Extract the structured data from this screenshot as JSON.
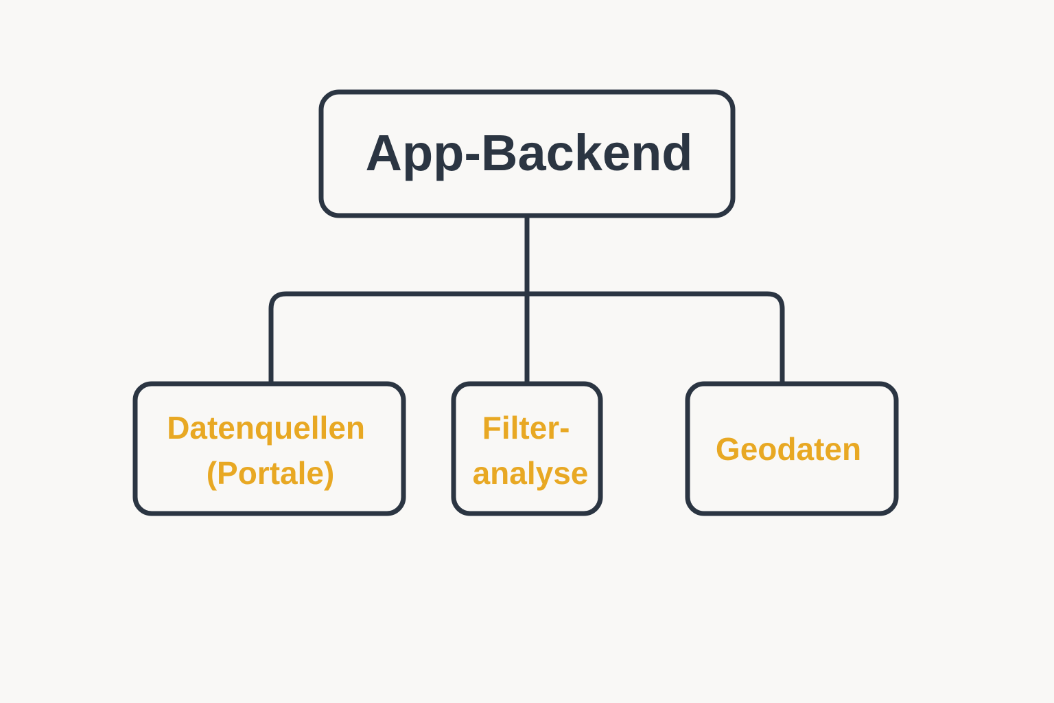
{
  "diagram": {
    "root": {
      "label": "App-Backend"
    },
    "children": [
      {
        "lines": [
          "Datenquellen",
          "(Portale)"
        ]
      },
      {
        "lines": [
          "Filter-",
          "analyse"
        ]
      },
      {
        "lines": [
          "Geodaten"
        ]
      }
    ]
  },
  "colors": {
    "background": "#f9f8f6",
    "stroke": "#2b3542",
    "root_text": "#2b3542",
    "child_text": "#e8a823"
  }
}
